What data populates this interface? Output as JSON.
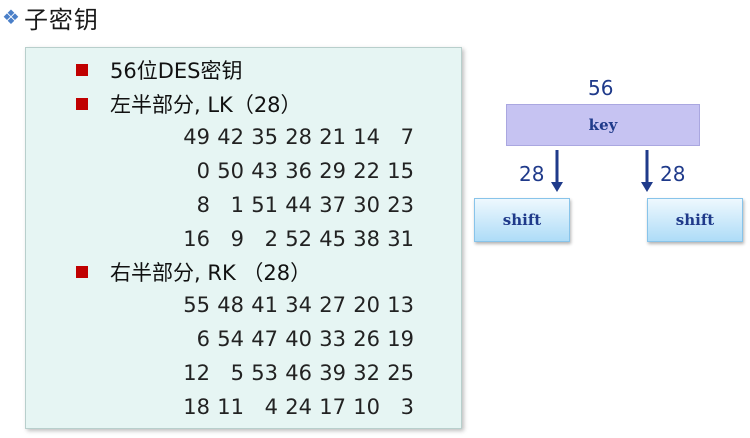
{
  "title": "子密钥",
  "bullets": [
    "56位DES密钥",
    "左半部分, LK（28）",
    "右半部分, RK （28）"
  ],
  "lk_rows": [
    [
      "49",
      "42",
      "35",
      "28",
      "21",
      "14",
      "7"
    ],
    [
      "0",
      "50",
      "43",
      "36",
      "29",
      "22",
      "15"
    ],
    [
      "8",
      "1",
      "51",
      "44",
      "37",
      "30",
      "23"
    ],
    [
      "16",
      "9",
      "2",
      "52",
      "45",
      "38",
      "31"
    ]
  ],
  "rk_rows": [
    [
      "55",
      "48",
      "41",
      "34",
      "27",
      "20",
      "13"
    ],
    [
      "6",
      "54",
      "47",
      "40",
      "33",
      "26",
      "19"
    ],
    [
      "12",
      "5",
      "53",
      "46",
      "39",
      "32",
      "25"
    ],
    [
      "18",
      "11",
      "4",
      "24",
      "17",
      "10",
      "3"
    ]
  ],
  "diagram": {
    "key_size": "56",
    "key_label": "key",
    "left_size": "28",
    "right_size": "28",
    "shift_left": "shift",
    "shift_right": "shift"
  },
  "colors": {
    "bullet": "#c00000",
    "panel_bg": "#e6f5f3",
    "arrow": "#1f3a8a",
    "key_box": "#c6c3f2"
  },
  "icons": {
    "title_bullet": "diamond-cluster-icon",
    "list_bullet": "red-square-icon"
  }
}
